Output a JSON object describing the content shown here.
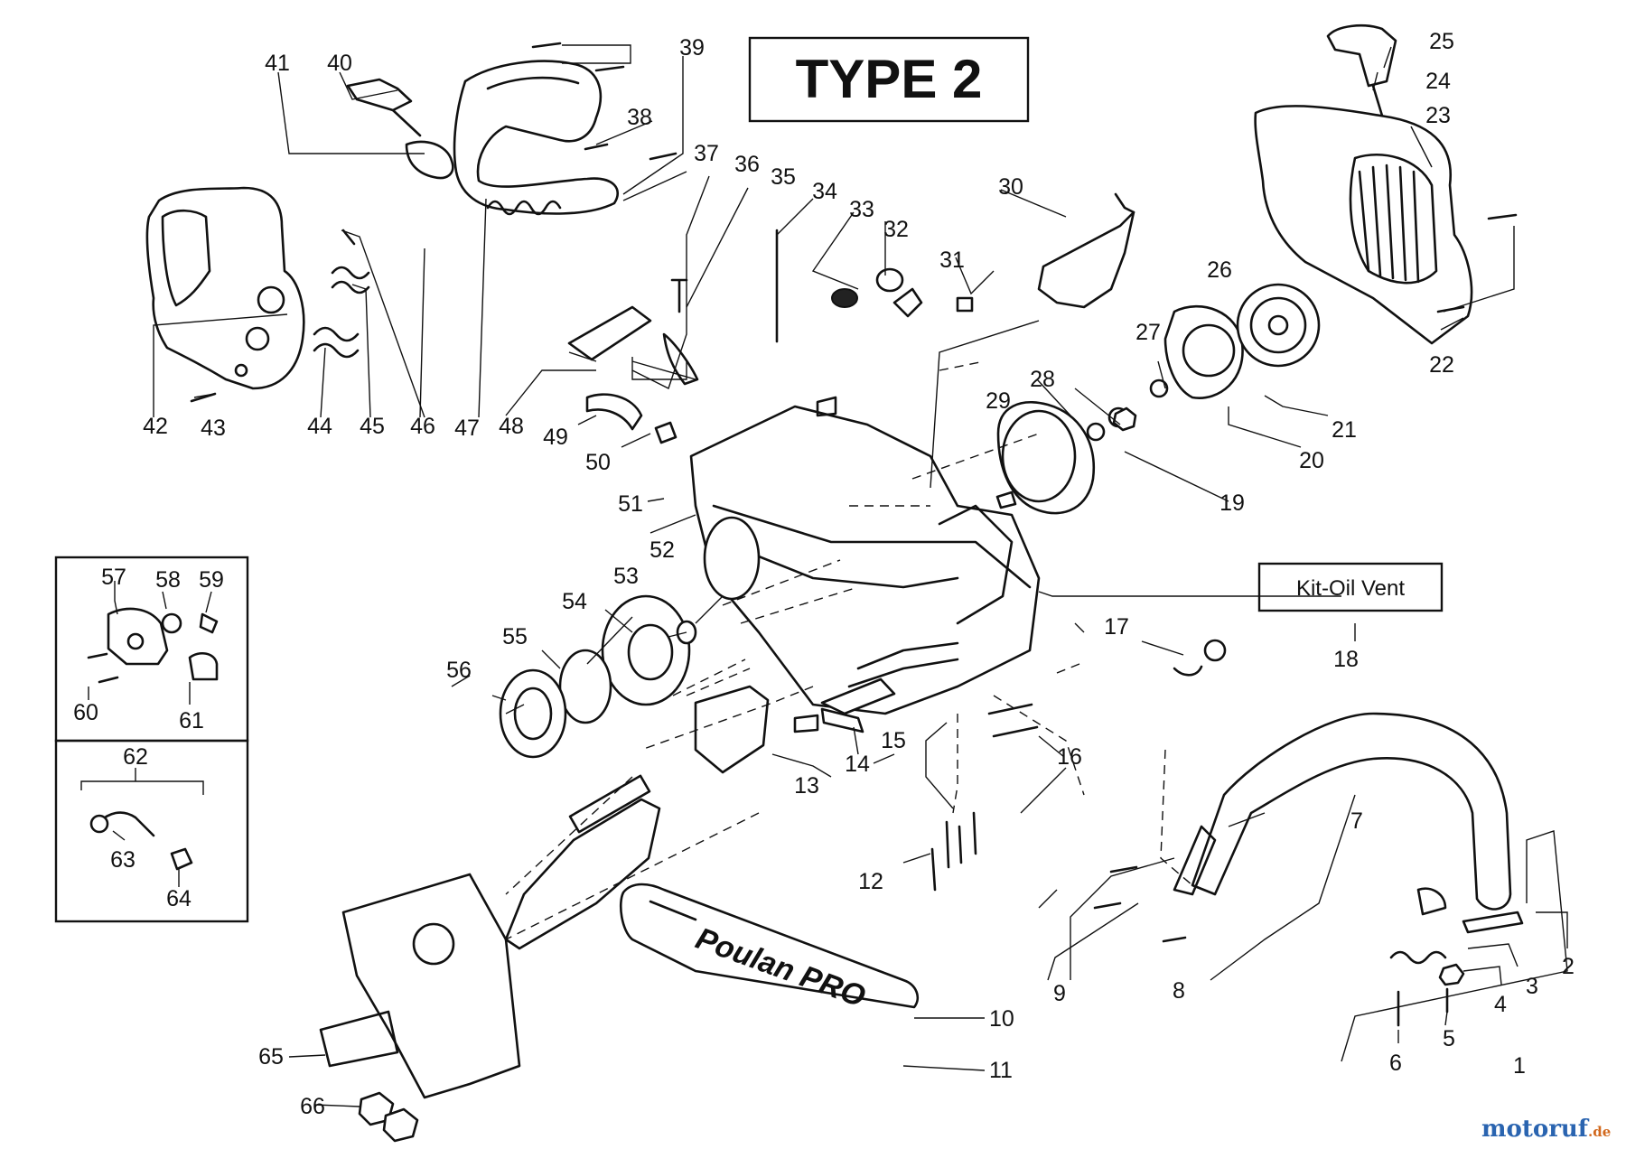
{
  "title": "TYPE 2",
  "kit_label": "Kit-Oil Vent",
  "bar_brand": "Poulan PRO",
  "watermark": {
    "main": "motoruf",
    "suffix": ".de",
    "color_main": "#2a64b0",
    "color_dot": "#d2691e"
  },
  "callouts": [
    "1",
    "2",
    "3",
    "4",
    "5",
    "6",
    "7",
    "8",
    "9",
    "10",
    "11",
    "12",
    "13",
    "14",
    "15",
    "16",
    "17",
    "18",
    "19",
    "20",
    "21",
    "22",
    "23",
    "24",
    "25",
    "26",
    "27",
    "28",
    "29",
    "30",
    "31",
    "32",
    "33",
    "34",
    "35",
    "36",
    "37",
    "38",
    "39",
    "40",
    "41",
    "42",
    "43",
    "44",
    "45",
    "46",
    "47",
    "48",
    "49",
    "50",
    "51",
    "52",
    "53",
    "54",
    "55",
    "56",
    "57",
    "58",
    "59",
    "60",
    "61",
    "62",
    "63",
    "64",
    "65",
    "66"
  ]
}
